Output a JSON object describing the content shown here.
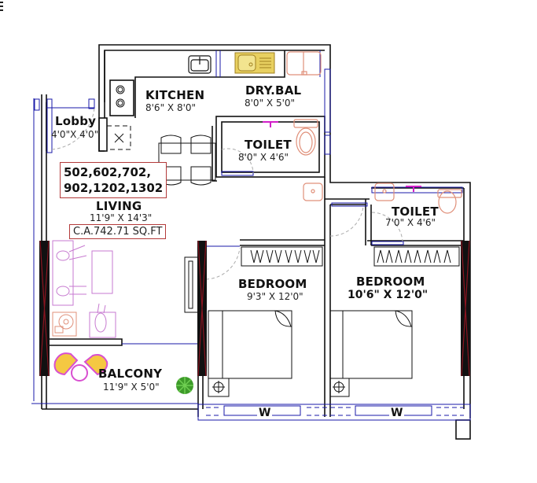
{
  "plan": {
    "unit_numbers": [
      "502,602,702,",
      "902,1202,1302"
    ],
    "carpet_area": "C.A.742.71  SQ.FT",
    "rooms": {
      "kitchen": {
        "name": "KITCHEN",
        "size": "8'6\" X 8'0\""
      },
      "dry_balcony": {
        "name": "DRY.BAL",
        "size": "8'0\" X 5'0\""
      },
      "lobby": {
        "name": "Lobby",
        "size": "4'0\"X 4'0\""
      },
      "toilet_common": {
        "name": "TOILET",
        "size": "8'0\" X 4'6\""
      },
      "toilet_attached": {
        "name": "TOILET",
        "size": "7'0\" X 4'6\""
      },
      "living": {
        "name": "LIVING",
        "size": "11'9\" X 14'3\""
      },
      "bedroom_1": {
        "name": "BEDROOM",
        "size": "9'3\" X 12'0\""
      },
      "bedroom_2": {
        "name": "BEDROOM",
        "size": "10'6\" X 12'0\""
      },
      "balcony": {
        "name": "BALCONY",
        "size": "11'9\" X 5'0\""
      }
    },
    "window_marks": [
      "W",
      "W"
    ],
    "colors": {
      "wall": "#111111",
      "door_window": "#1a1aa8",
      "sanitary": "#e0907a",
      "tap": "#d21fc8",
      "sliding_frame": "#8a1420",
      "label_box": "#b33a3a",
      "sink_fill": "#e8d060",
      "chair_fill": "#f5c842",
      "chair_outline": "#d84fd0",
      "furniture": "#c77ad0",
      "plant": "#3e9b2a"
    }
  }
}
